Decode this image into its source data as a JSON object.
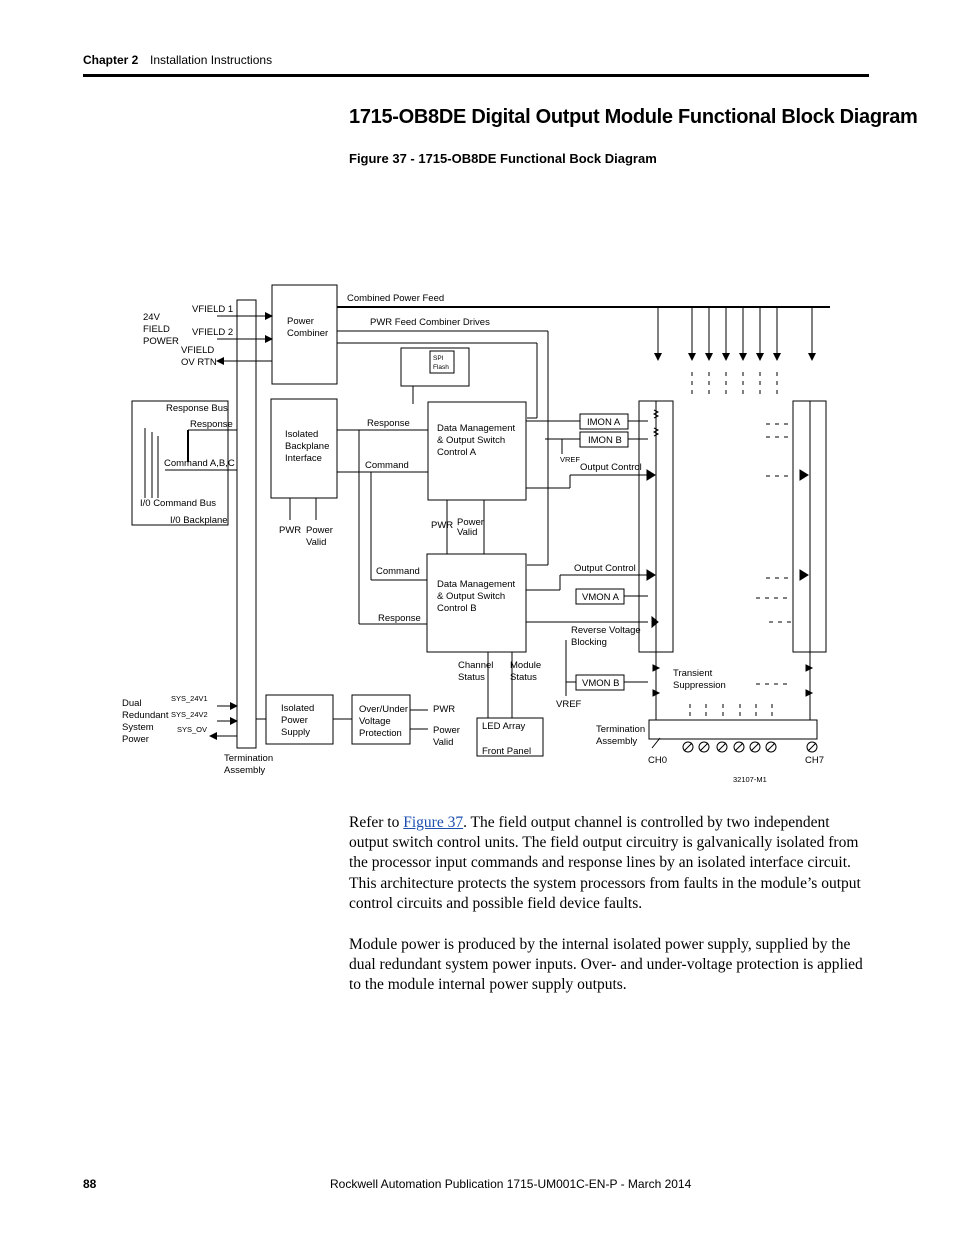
{
  "header": {
    "chapter": "Chapter 2",
    "section": "Installation Instructions"
  },
  "title": "1715-OB8DE Digital Output Module Functional Block Diagram",
  "figure_caption": "Figure 37 - 1715-OB8DE Functional Bock Diagram",
  "diagram": {
    "field_power": [
      "24V",
      "FIELD",
      "POWER"
    ],
    "vfield1": "VFIELD 1",
    "vfield2": "VFIELD 2",
    "vfield_ovrtn": [
      "VFIELD",
      "OV RTN"
    ],
    "power_combiner": [
      "Power",
      "Combiner"
    ],
    "combined_power_feed": "Combined Power Feed",
    "pwr_feed_combiner_drives": "PWR Feed Combiner Drives",
    "spi_flash": [
      "SPI",
      "Flash"
    ],
    "response_bus": "Response Bus",
    "response": "Response",
    "command_abc": "Command A,B,C",
    "io_command_bus": "I/0 Command Bus",
    "io_backplane": "I/0 Backplane",
    "isolated_backplane_interface": [
      "Isolated",
      "Backplane",
      "Interface"
    ],
    "pwr": "PWR",
    "power_valid": [
      "Power",
      "Valid"
    ],
    "command": "Command",
    "dm_a": [
      "Data Management",
      "& Output Switch",
      "Control A"
    ],
    "dm_b": [
      "Data Management",
      "& Output Switch",
      "Control B"
    ],
    "imon_a": "IMON A",
    "imon_b": "IMON B",
    "vref": "VREF",
    "output_control": "Output Control",
    "vmon_a": "VMON A",
    "vmon_b": "VMON B",
    "reverse_voltage_blocking": [
      "Reverse Voltage",
      "Blocking"
    ],
    "channel_status": [
      "Channel",
      "Status"
    ],
    "module_status": [
      "Module",
      "Status"
    ],
    "transient_suppression": [
      "Transient",
      "Suppression"
    ],
    "led_array": "LED Array",
    "front_panel": "Front Panel",
    "dual_redundant_system_power": [
      "Dual",
      "Redundant",
      "System",
      "Power"
    ],
    "sys_24v1": "SYS_24V1",
    "sys_24v2": "SYS_24V2",
    "sys_ov": "SYS_OV",
    "isolated_power_supply": [
      "Isolated",
      "Power",
      "Supply"
    ],
    "over_under_voltage_protection": [
      "Over/Under",
      "Voltage",
      "Protection"
    ],
    "termination_assembly": [
      "Termination",
      "Assembly"
    ],
    "ch0": "CH0",
    "ch7": "CH7",
    "figure_id": "32107-M1"
  },
  "body": {
    "p1_prefix": "Refer to ",
    "p1_link": "Figure 37",
    "p1_suffix": ". The field output channel is controlled by two independent output switch control units. The field output circuitry is galvanically isolated from the processor input commands and response lines by an isolated interface circuit. This architecture protects the system processors from faults in the module’s output control circuits and possible field device faults.",
    "p2": "Module power is produced by the internal isolated power supply, supplied by the dual redundant system power inputs. Over- and under-voltage protection is applied to the module internal power supply outputs."
  },
  "footer": {
    "page_number": "88",
    "publication": "Rockwell Automation Publication 1715-UM001C-EN-P - March 2014"
  }
}
